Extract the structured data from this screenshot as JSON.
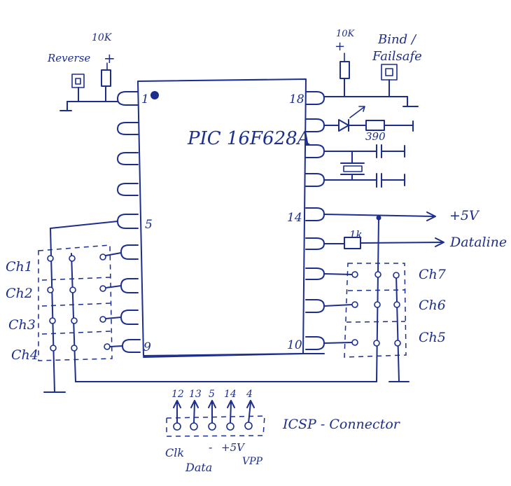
{
  "chip": {
    "label": "PIC 16F628A"
  },
  "pins": {
    "p1": "1",
    "p18": "18",
    "p5": "5",
    "p14": "14",
    "p9": "9",
    "p10": "10"
  },
  "top_left": {
    "reverse": "Reverse",
    "res_value": "10K",
    "plus": "+"
  },
  "top_right": {
    "res_value": "10K",
    "plus": "+",
    "bind_line1": "Bind /",
    "bind_line2": "Failsafe"
  },
  "led_res": {
    "value": "390"
  },
  "power": {
    "label": "+5V"
  },
  "dataline": {
    "res_value": "1k",
    "label": "Dataline"
  },
  "channels_left": [
    "Ch1",
    "Ch2",
    "Ch3",
    "Ch4"
  ],
  "channels_right": [
    "Ch7",
    "Ch6",
    "Ch5"
  ],
  "icsp": {
    "pin_numbers": [
      "12",
      "13",
      "5",
      "14",
      "4"
    ],
    "title": "ICSP - Connector",
    "clock": "Clk",
    "data": "Data",
    "minus": "-",
    "plus5": "+5V",
    "vpp": "VPP"
  },
  "ink_color": "#1c2f8f"
}
